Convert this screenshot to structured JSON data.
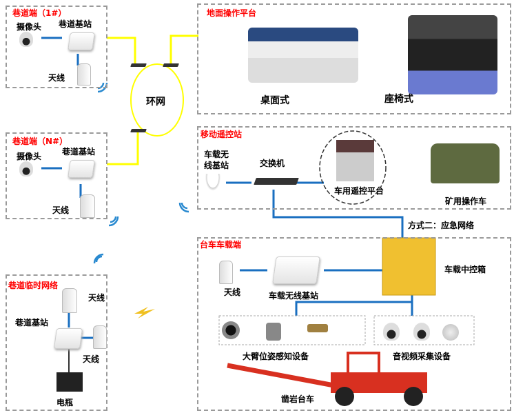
{
  "colors": {
    "title": "#ff0000",
    "ring_link": "#ffff00",
    "wired_link": "#1a6fc0",
    "border": "#9a9a9a",
    "control_box": "#f0c030"
  },
  "tunnel_end_1": {
    "title": "巷道端（1#）",
    "camera": "摄像头",
    "base_station": "巷道基站",
    "antenna": "天线"
  },
  "tunnel_end_n": {
    "title": "巷道端（N#）",
    "camera": "摄像头",
    "base_station": "巷道基站",
    "antenna": "天线"
  },
  "ring": {
    "label": "环网"
  },
  "ground_platform": {
    "title": "地面操作平台",
    "desktop": "桌面式",
    "seat": "座椅式"
  },
  "mobile_station": {
    "title": "移动遥控站",
    "vehicle_base_station": "车载无\n线基站",
    "switch": "交换机",
    "remote_platform": "车用遥控平台",
    "vehicle": "矿用操作车"
  },
  "emergency": {
    "label": "方式二：应急网络"
  },
  "drill_onboard": {
    "title": "台车车载端",
    "antenna": "天线",
    "vehicle_base_station": "车载无线基站",
    "control_box": "车载中控箱",
    "arm_sensing": "大臂位姿感知设备",
    "av_capture": "音视频采集设备",
    "drill_rig": "凿岩台车"
  },
  "temp_network": {
    "title": "巷道临时网络",
    "antenna_top": "天线",
    "base_station": "巷道基站",
    "antenna_bottom": "天线",
    "battery": "电瓶"
  },
  "icons": [
    "camera-icon",
    "base-station-icon",
    "antenna-icon",
    "wifi-icon",
    "switch-icon",
    "lightning-icon"
  ]
}
